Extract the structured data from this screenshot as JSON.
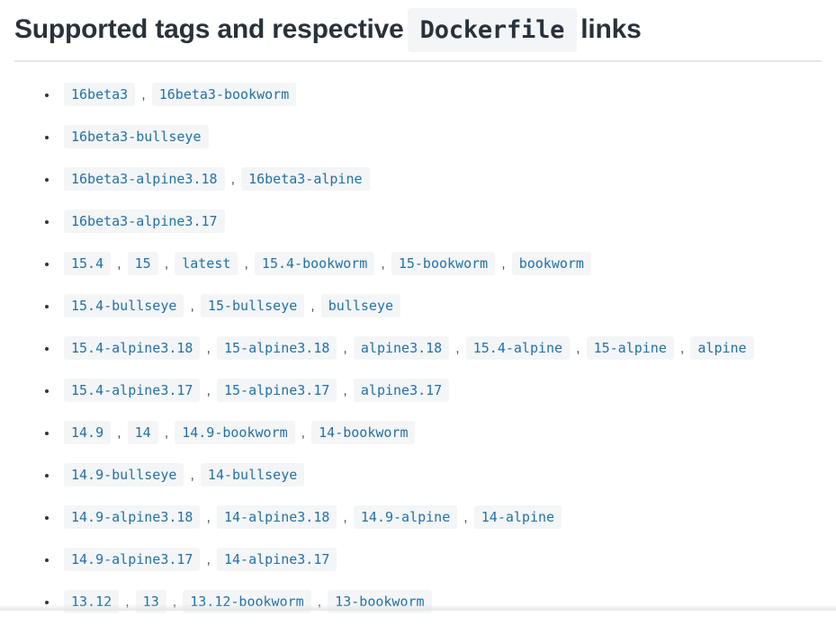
{
  "header": {
    "title_prefix": "Supported tags and respective",
    "title_code": "Dockerfile",
    "title_suffix": "links"
  },
  "tag_list": {
    "separator": ",",
    "rows": [
      [
        "16beta3",
        "16beta3-bookworm"
      ],
      [
        "16beta3-bullseye"
      ],
      [
        "16beta3-alpine3.18",
        "16beta3-alpine"
      ],
      [
        "16beta3-alpine3.17"
      ],
      [
        "15.4",
        "15",
        "latest",
        "15.4-bookworm",
        "15-bookworm",
        "bookworm"
      ],
      [
        "15.4-bullseye",
        "15-bullseye",
        "bullseye"
      ],
      [
        "15.4-alpine3.18",
        "15-alpine3.18",
        "alpine3.18",
        "15.4-alpine",
        "15-alpine",
        "alpine"
      ],
      [
        "15.4-alpine3.17",
        "15-alpine3.17",
        "alpine3.17"
      ],
      [
        "14.9",
        "14",
        "14.9-bookworm",
        "14-bookworm"
      ],
      [
        "14.9-bullseye",
        "14-bullseye"
      ],
      [
        "14.9-alpine3.18",
        "14-alpine3.18",
        "14.9-alpine",
        "14-alpine"
      ],
      [
        "14.9-alpine3.17",
        "14-alpine3.17"
      ],
      [
        "13.12",
        "13",
        "13.12-bookworm",
        "13-bookworm"
      ]
    ]
  },
  "colors": {
    "heading_text": "#28323b",
    "tag_link_blue": "#2272a8",
    "code_chip_background": "#f4f5f6",
    "separator_gray": "#3d464e",
    "divider_gray": "#e6e7ea",
    "page_background": "#ffffff"
  }
}
